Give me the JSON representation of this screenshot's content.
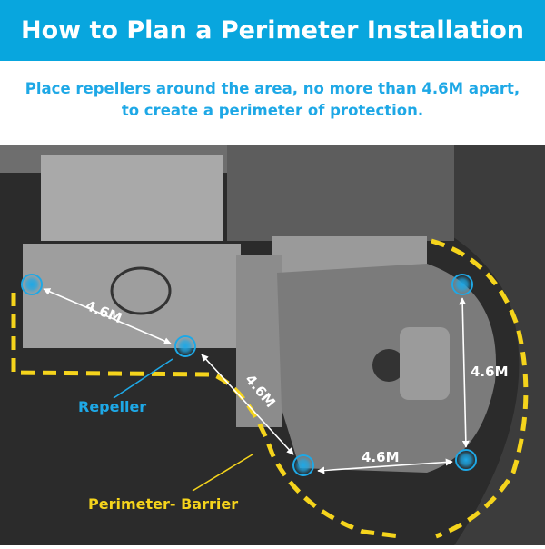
{
  "header": {
    "title": "How to Plan a Perimeter Installation"
  },
  "subtitle": "Place repellers around the area, no more than 4.6M apart, to create a perimeter of protection.",
  "diagram": {
    "distance_labels": [
      "4.6M",
      "4.6M",
      "4.6M",
      "4.6M"
    ],
    "repeller_label": "Repeller",
    "barrier_label": "Perimeter- Barrier",
    "colors": {
      "accent": "#08a6de",
      "repeller": "#1ea8e6",
      "barrier": "#f5d41c",
      "arrow": "#ffffff"
    }
  }
}
